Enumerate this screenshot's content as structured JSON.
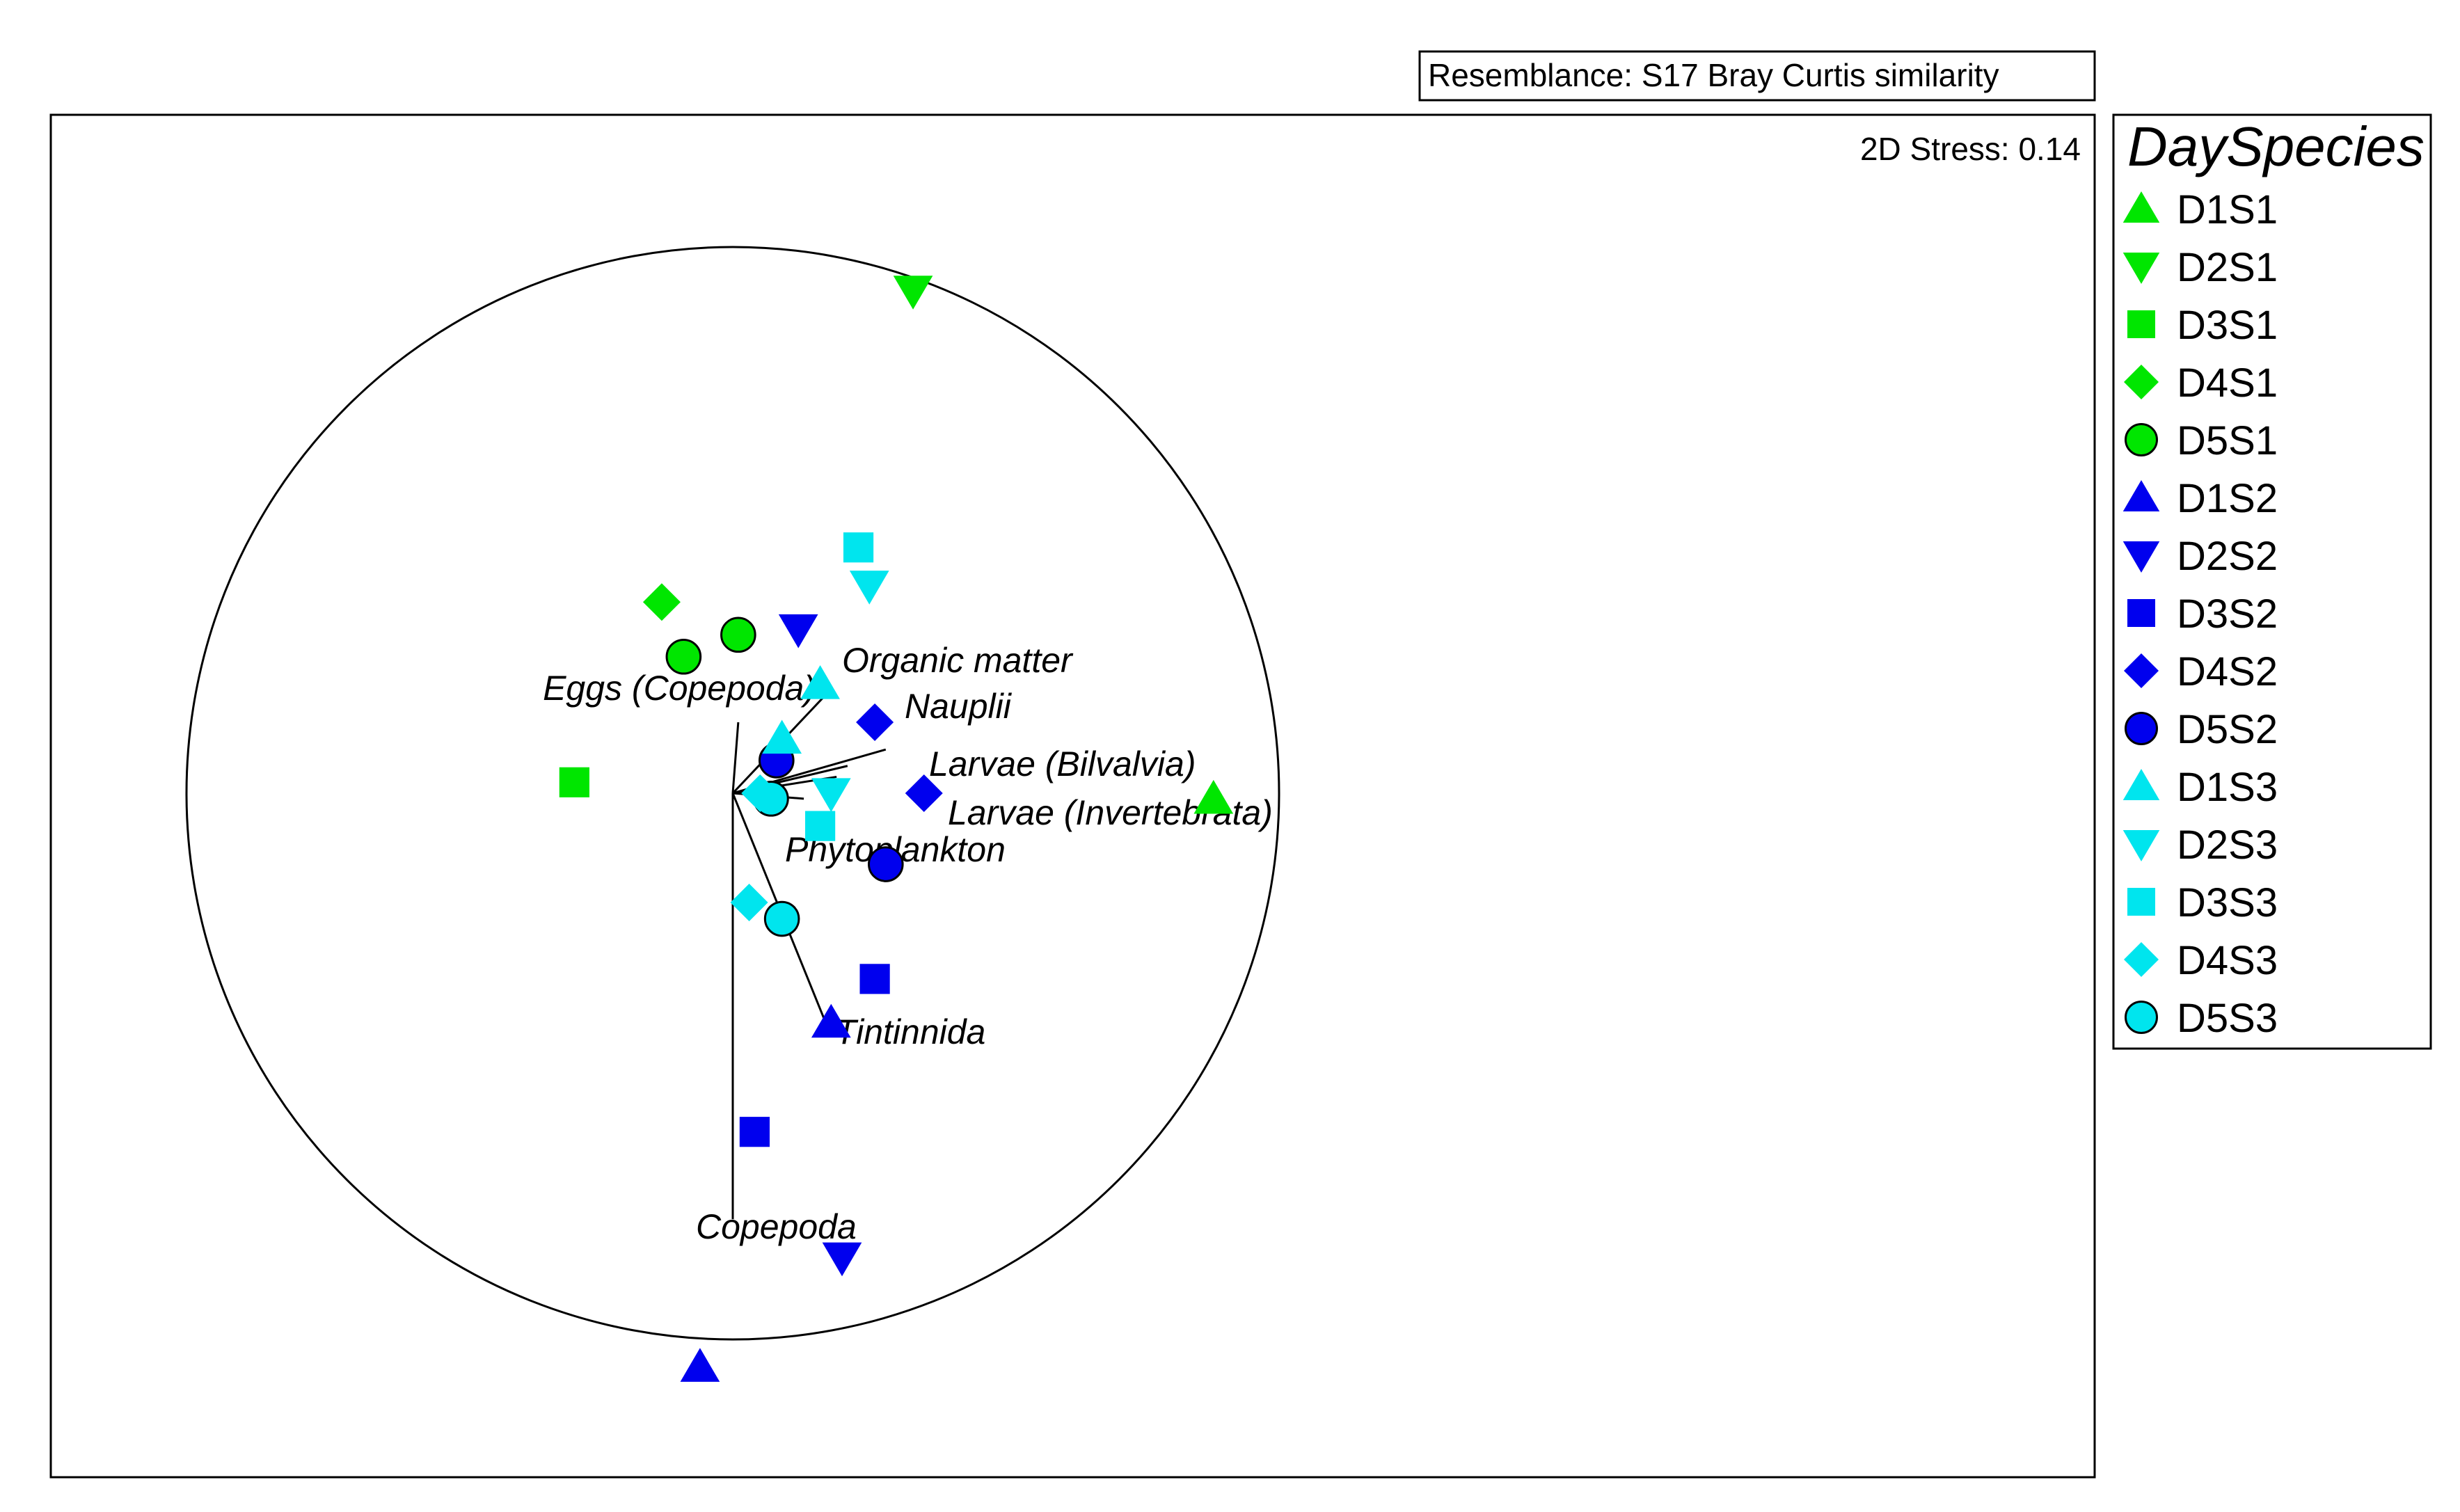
{
  "chart_data": {
    "type": "scatter",
    "subtitle": "Resemblance: S17 Bray Curtis similarity",
    "stress_label": "2D Stress: 0.14",
    "legend": {
      "title": "DaySpecies",
      "placement": "right",
      "entries": [
        {
          "label": "D1S1",
          "shape": "triangle-up",
          "color": "#00e600"
        },
        {
          "label": "D2S1",
          "shape": "triangle-down",
          "color": "#00e600"
        },
        {
          "label": "D3S1",
          "shape": "square",
          "color": "#00e600"
        },
        {
          "label": "D4S1",
          "shape": "diamond",
          "color": "#00e600"
        },
        {
          "label": "D5S1",
          "shape": "circle",
          "color": "#00e600"
        },
        {
          "label": "D1S2",
          "shape": "triangle-up",
          "color": "#0000ee"
        },
        {
          "label": "D2S2",
          "shape": "triangle-down",
          "color": "#0000ee"
        },
        {
          "label": "D3S2",
          "shape": "square",
          "color": "#0000ee"
        },
        {
          "label": "D4S2",
          "shape": "diamond",
          "color": "#0000ee"
        },
        {
          "label": "D5S2",
          "shape": "circle",
          "color": "#0000ee"
        },
        {
          "label": "D1S3",
          "shape": "triangle-up",
          "color": "#00e5ee"
        },
        {
          "label": "D2S3",
          "shape": "triangle-down",
          "color": "#00e5ee"
        },
        {
          "label": "D3S3",
          "shape": "square",
          "color": "#00e5ee"
        },
        {
          "label": "D4S3",
          "shape": "diamond",
          "color": "#00e5ee"
        },
        {
          "label": "D5S3",
          "shape": "circle",
          "color": "#00e5ee"
        }
      ]
    },
    "points": [
      {
        "group": "D2S1",
        "x": 0.33,
        "y": 0.92
      },
      {
        "group": "D1S1",
        "x": 0.88,
        "y": -0.01
      },
      {
        "group": "D3S1",
        "x": -0.29,
        "y": 0.02
      },
      {
        "group": "D4S1",
        "x": -0.13,
        "y": 0.35
      },
      {
        "group": "D5S1",
        "x": -0.09,
        "y": 0.25
      },
      {
        "group": "D5S1",
        "x": 0.01,
        "y": 0.29
      },
      {
        "group": "D2S2",
        "x": 0.12,
        "y": 0.3
      },
      {
        "group": "D4S2",
        "x": 0.26,
        "y": 0.13
      },
      {
        "group": "D5S2",
        "x": 0.08,
        "y": 0.06
      },
      {
        "group": "D4S2",
        "x": 0.35,
        "y": 0.0
      },
      {
        "group": "D5S2",
        "x": 0.28,
        "y": -0.13
      },
      {
        "group": "D3S2",
        "x": 0.26,
        "y": -0.34
      },
      {
        "group": "D1S2",
        "x": 0.18,
        "y": -0.42
      },
      {
        "group": "D3S2",
        "x": 0.04,
        "y": -0.62
      },
      {
        "group": "D2S2",
        "x": 0.2,
        "y": -0.85
      },
      {
        "group": "D1S2",
        "x": -0.06,
        "y": -1.05
      },
      {
        "group": "D3S3",
        "x": 0.23,
        "y": 0.45
      },
      {
        "group": "D2S3",
        "x": 0.25,
        "y": 0.38
      },
      {
        "group": "D1S3",
        "x": 0.16,
        "y": 0.2
      },
      {
        "group": "D1S3",
        "x": 0.09,
        "y": 0.1
      },
      {
        "group": "D2S3",
        "x": 0.18,
        "y": 0.0
      },
      {
        "group": "D3S3",
        "x": 0.16,
        "y": -0.06
      },
      {
        "group": "D5S3",
        "x": 0.07,
        "y": -0.01
      },
      {
        "group": "D4S3",
        "x": 0.05,
        "y": 0.0
      },
      {
        "group": "D4S3",
        "x": 0.03,
        "y": -0.2
      },
      {
        "group": "D5S3",
        "x": 0.09,
        "y": -0.23
      }
    ],
    "vector_circle_radius": 1.0,
    "vectors": [
      {
        "label": "Organic matter",
        "x": 0.17,
        "y": 0.18
      },
      {
        "label": "Eggs (Copepoda)",
        "x": 0.01,
        "y": 0.13
      },
      {
        "label": "Nauplii",
        "x": 0.28,
        "y": 0.08
      },
      {
        "label": "Larvae (Bilvalvia)",
        "x": 0.21,
        "y": 0.05
      },
      {
        "label": "Larvae (Invertebrata)",
        "x": 0.13,
        "y": -0.01
      },
      {
        "label": "Phytoplankton",
        "x": 0.19,
        "y": 0.03
      },
      {
        "label": "Tintinnida",
        "x": 0.17,
        "y": -0.42
      },
      {
        "label": "Copepoda",
        "x": 0.0,
        "y": -0.78
      }
    ]
  }
}
